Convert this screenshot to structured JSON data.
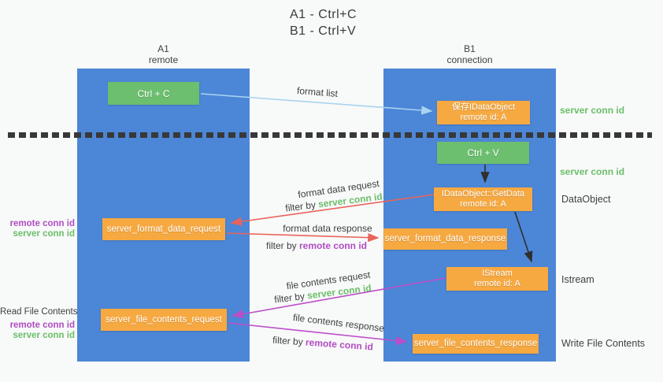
{
  "title": {
    "line1": "A1 - Ctrl+C",
    "line2": "B1 - Ctrl+V"
  },
  "lanes": {
    "left": {
      "header_line1": "A1",
      "header_line2": "remote"
    },
    "right": {
      "header_line1": "B1",
      "header_line2": "connection"
    }
  },
  "boxes": {
    "ctrl_c": "Ctrl + C",
    "ctrl_v": "Ctrl + V",
    "save_dataobject": {
      "line1": "保存IDataObject",
      "line2": "remote id: A"
    },
    "getdata": {
      "line1": "IDataObject::GetData",
      "line2": "remote id: A"
    },
    "istream": {
      "line1": "IStream",
      "line2": "remote id: A"
    },
    "format_request": "server_format_data_request",
    "format_response": "server_format_data_response",
    "file_request": "server_file_contents_request",
    "file_response": "server_file_contents_response"
  },
  "labels": {
    "format_list": "format list",
    "format_data_request": "format data request",
    "format_data_response": "format data response",
    "file_contents_request": "file contents request",
    "file_contents_response": "file contents response",
    "filter_by": "filter by ",
    "server_conn_id": "server conn id",
    "remote_conn_id": "remote conn id",
    "dataobject": "DataObject",
    "istream": "Istream",
    "read_file_contents": "Read File Contents",
    "write_file_contents": "Write File Contents"
  },
  "colors": {
    "lane_blue": "#4c86d7",
    "box_green": "#6cbf6e",
    "box_orange": "#f7a941",
    "arrow_light_blue": "#a8d4f0",
    "arrow_black": "#2f2f2f",
    "arrow_red": "#e8645c",
    "arrow_purple": "#bb4ec8",
    "text_green": "#6abf69",
    "text_purple": "#b14cc3",
    "text_dark": "#3f3f3f",
    "background": "#f8f9f9"
  }
}
